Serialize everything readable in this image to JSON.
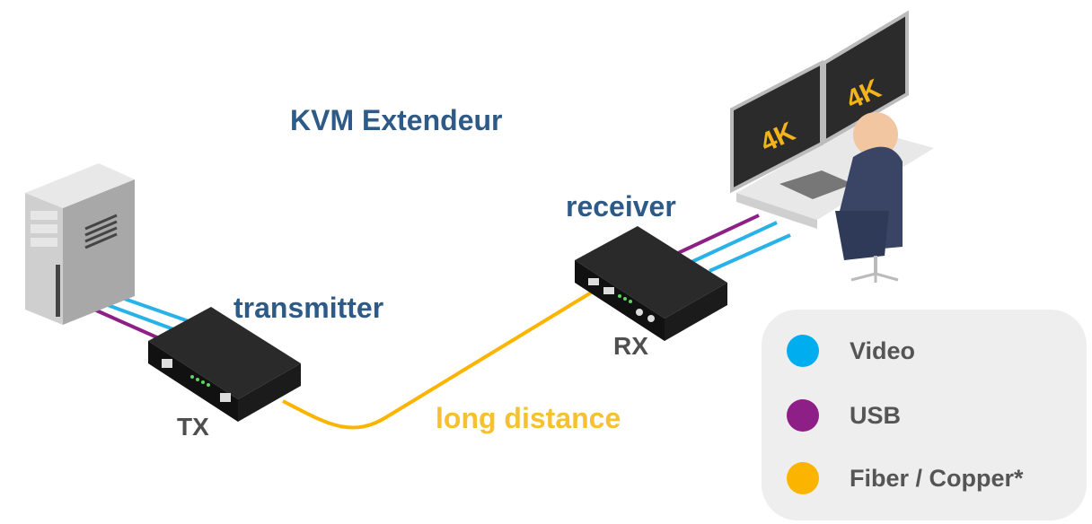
{
  "title": "KVM Extendeur",
  "devices": {
    "transmitter_label": "transmitter",
    "transmitter_tag": "TX",
    "receiver_label": "receiver",
    "receiver_tag": "RX",
    "monitor_text": "4K"
  },
  "link_label": "long distance",
  "legend": [
    {
      "label": "Video",
      "color": "#00aeef"
    },
    {
      "label": "USB",
      "color": "#8e1f86"
    },
    {
      "label": "Fiber / Copper*",
      "color": "#fbb500"
    }
  ]
}
